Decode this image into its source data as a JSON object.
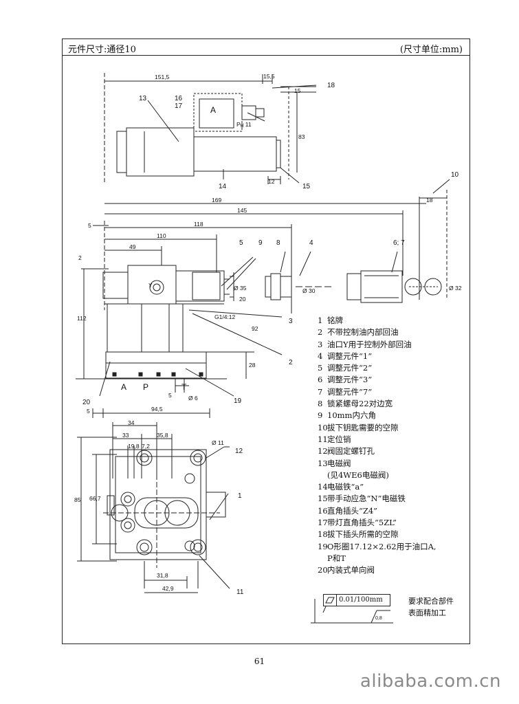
{
  "header": {
    "title": "元件尺寸:通径10",
    "unit_note": "(尺寸单位:mm)"
  },
  "dimensions": {
    "d151_5": "151,5",
    "d15_5": "15,5",
    "d15": "15",
    "d83": "83",
    "d12": "12",
    "d169": "169",
    "d18": "18",
    "d145": "145",
    "d118": "118",
    "d110": "110",
    "d49": "49",
    "d5a": "5",
    "d2": "2",
    "d112": "112",
    "d35": "Ø 35",
    "d20": "20",
    "d30": "Ø 30",
    "d32": "Ø 32",
    "d92": "92",
    "d28": "28",
    "d6": "Ø 6",
    "d5b": "5",
    "d94_5": "94,5",
    "d5c": "5",
    "d34": "34",
    "d33": "33",
    "d35_8": "35,8",
    "d19_8": "19,8",
    "d7_2": "7,2",
    "d11": "Ø 11",
    "d85": "85",
    "d66_7": "66,7",
    "d31_8": "31,8",
    "d42_9": "42,9",
    "thread": "G1/4:12",
    "pg11": "Pg 11",
    "port_y": "Y"
  },
  "callouts": {
    "c13": "13",
    "c16": "16",
    "c17": "17",
    "c18": "18",
    "c14": "14",
    "c15": "15",
    "c10": "10",
    "c5": "5",
    "c9": "9",
    "c8": "8",
    "c4": "4",
    "c67": "6; 7",
    "c3": "3",
    "c2": "2",
    "c20": "20",
    "c19": "19",
    "c12": "12",
    "c1": "1",
    "c11": "11",
    "port_a": "A",
    "port_p": "P",
    "port_t": "T",
    "solenoid_a": "A"
  },
  "legend": [
    {
      "num": "1",
      "text": "铭牌"
    },
    {
      "num": "2",
      "text": "不带控制油内部回油"
    },
    {
      "num": "3",
      "text": "油口Y用于控制外部回油"
    },
    {
      "num": "4",
      "text": "调整元件“1”"
    },
    {
      "num": "5",
      "text": "调整元件“2”"
    },
    {
      "num": "6",
      "text": "调整元件“3”"
    },
    {
      "num": "7",
      "text": "调整元件“7”"
    },
    {
      "num": "8",
      "text": "锁紧螺母22对边宽"
    },
    {
      "num": "9",
      "text": "10mm内六角"
    },
    {
      "num": "10",
      "text": "拔下钥匙需要的空隙"
    },
    {
      "num": "11",
      "text": "定位销"
    },
    {
      "num": "12",
      "text": "阀固定螺钉孔"
    },
    {
      "num": "13",
      "text": "电磁阀"
    },
    {
      "num": "",
      "text": "(见4WE6电磁阀)"
    },
    {
      "num": "14",
      "text": "电磁铁“a”"
    },
    {
      "num": "15",
      "text": "带手动应急“N”电磁铁"
    },
    {
      "num": "16",
      "text": "直角插头“Z4”"
    },
    {
      "num": "17",
      "text": "带灯直角插头“5ZL”"
    },
    {
      "num": "18",
      "text": "拔下插头所需的空隙"
    },
    {
      "num": "19",
      "text": "O形圈17.12×2.62用于油口A,"
    },
    {
      "num": "",
      "text": "P和T"
    },
    {
      "num": "20",
      "text": "内装式单向阀"
    }
  ],
  "tolerance": {
    "value": "0.01/100mm",
    "roughness": "0,8"
  },
  "finish_note": {
    "line1": "要求配合部件",
    "line2": "表面精加工"
  },
  "page_number": "61",
  "watermark": "alibaba.com.cn"
}
